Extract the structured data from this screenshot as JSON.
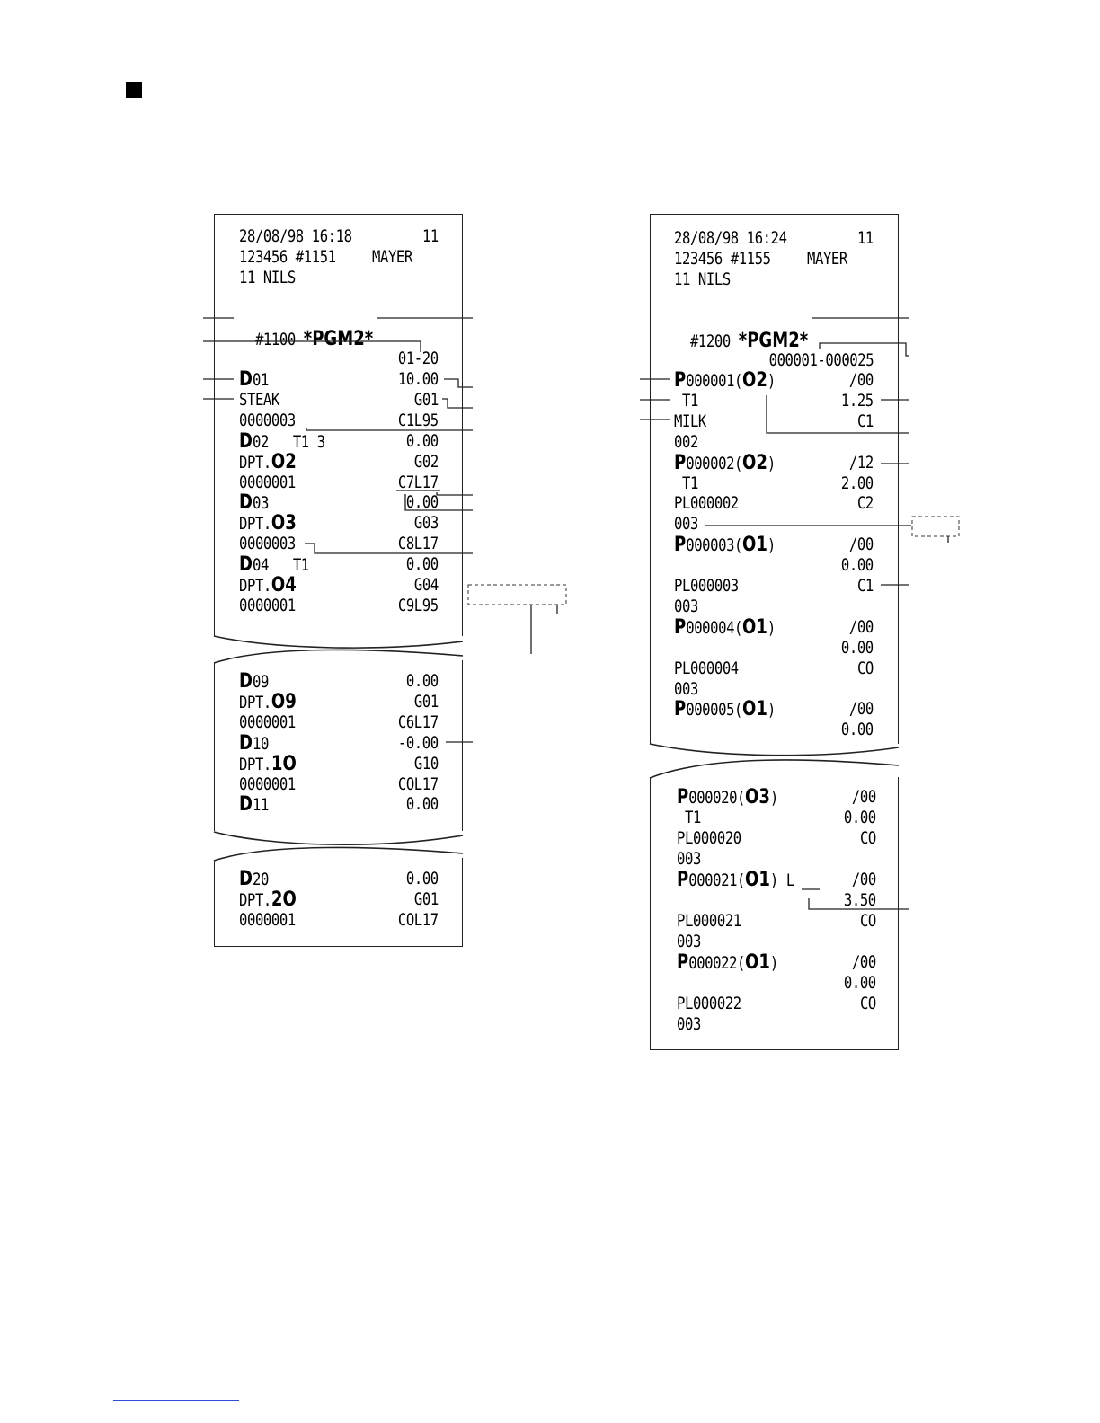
{
  "left_receipt": {
    "header": [
      "28/08/98 16:18",
      "11",
      "123456 #1151",
      "MAYER",
      "11 NILS"
    ],
    "title_num": "#1100 ",
    "title_big": "*PGM2*",
    "range": "01-20",
    "rows1": [
      {
        "pre": "D",
        "l": "01",
        "r": "10.00"
      },
      {
        "pre": "",
        "l": "STEAK",
        "r": "G01"
      },
      {
        "pre": "",
        "l": "0000003",
        "r": "C1L95"
      },
      {
        "pre": "D",
        "l": "02   T1 3",
        "r": "0.00"
      },
      {
        "pre": "",
        "l": "DPT.",
        "big": "O2",
        "r": "G02"
      },
      {
        "pre": "",
        "l": "0000001",
        "r": "C7L17"
      },
      {
        "pre": "D",
        "l": "03",
        "r": "0.00"
      },
      {
        "pre": "",
        "l": "DPT.",
        "big": "O3",
        "r": "G03"
      },
      {
        "pre": "",
        "l": "0000003",
        "r": "C8L17"
      },
      {
        "pre": "D",
        "l": "04   T1",
        "r": "0.00"
      },
      {
        "pre": "",
        "l": "DPT.",
        "big": "O4",
        "r": "G04"
      },
      {
        "pre": "",
        "l": "0000001",
        "r": "C9L95"
      }
    ],
    "rows2": [
      {
        "pre": "D",
        "l": "09",
        "r": "0.00"
      },
      {
        "pre": "",
        "l": "DPT.",
        "big": "O9",
        "r": "G01"
      },
      {
        "pre": "",
        "l": "0000001",
        "r": "C6L17"
      },
      {
        "pre": "D",
        "l": "10",
        "r": "-0.00"
      },
      {
        "pre": "",
        "l": "DPT.",
        "big": "1O",
        "r": "G10"
      },
      {
        "pre": "",
        "l": "0000001",
        "r": "COL17"
      },
      {
        "pre": "D",
        "l": "11",
        "r": "0.00"
      }
    ],
    "rows3": [
      {
        "pre": "D",
        "l": "20",
        "r": "0.00"
      },
      {
        "pre": "",
        "l": "DPT.",
        "big": "2O",
        "r": "G01"
      },
      {
        "pre": "",
        "l": "0000001",
        "r": "COL17"
      }
    ]
  },
  "right_receipt": {
    "header": [
      "28/08/98 16:24",
      "11",
      "123456 #1155",
      "MAYER",
      "11 NILS"
    ],
    "title_num": "#1200 ",
    "title_big": "*PGM2*",
    "range": "000001-000025",
    "rows1": [
      {
        "pre": "P",
        "l": "000001(",
        "big": "O2",
        "post": ")",
        "r": "/00"
      },
      {
        "pre": "",
        "l": " T1",
        "r": "1.25"
      },
      {
        "pre": "",
        "l": "MILK",
        "r": "C1"
      },
      {
        "pre": "",
        "l": "002",
        "r": ""
      },
      {
        "pre": "P",
        "l": "000002(",
        "big": "O2",
        "post": ")",
        "r": "/12"
      },
      {
        "pre": "",
        "l": " T1",
        "r": "2.00"
      },
      {
        "pre": "",
        "l": "PL000002",
        "r": "C2"
      },
      {
        "pre": "",
        "l": "003",
        "r": ""
      },
      {
        "pre": "P",
        "l": "000003(",
        "big": "O1",
        "post": ")",
        "r": "/00"
      },
      {
        "pre": "",
        "l": "",
        "r": "0.00"
      },
      {
        "pre": "",
        "l": "PL000003",
        "r": "C1"
      },
      {
        "pre": "",
        "l": "003",
        "r": ""
      },
      {
        "pre": "P",
        "l": "000004(",
        "big": "O1",
        "post": ")",
        "r": "/00"
      },
      {
        "pre": "",
        "l": "",
        "r": "0.00"
      },
      {
        "pre": "",
        "l": "PL000004",
        "r": "CO"
      },
      {
        "pre": "",
        "l": "003",
        "r": ""
      },
      {
        "pre": "P",
        "l": "000005(",
        "big": "O1",
        "post": ")",
        "r": "/00"
      },
      {
        "pre": "",
        "l": "",
        "r": "0.00"
      }
    ],
    "rows2": [
      {
        "pre": "P",
        "l": "000020(",
        "big": "O3",
        "post": ")",
        "r": "/00"
      },
      {
        "pre": "",
        "l": " T1",
        "r": "0.00"
      },
      {
        "pre": "",
        "l": "PL000020",
        "r": "CO"
      },
      {
        "pre": "",
        "l": "003",
        "r": ""
      },
      {
        "pre": "P",
        "l": "000021(",
        "big": "O1",
        "post": ") L",
        "r": "/00"
      },
      {
        "pre": "",
        "l": "",
        "r": "3.50"
      },
      {
        "pre": "",
        "l": "PL000021",
        "r": "CO"
      },
      {
        "pre": "",
        "l": "003",
        "r": ""
      },
      {
        "pre": "P",
        "l": "000022(",
        "big": "O1",
        "post": ")",
        "r": "/00"
      },
      {
        "pre": "",
        "l": "",
        "r": "0.00"
      },
      {
        "pre": "",
        "l": "PL000022",
        "r": "CO"
      },
      {
        "pre": "",
        "l": "003",
        "r": ""
      }
    ]
  }
}
